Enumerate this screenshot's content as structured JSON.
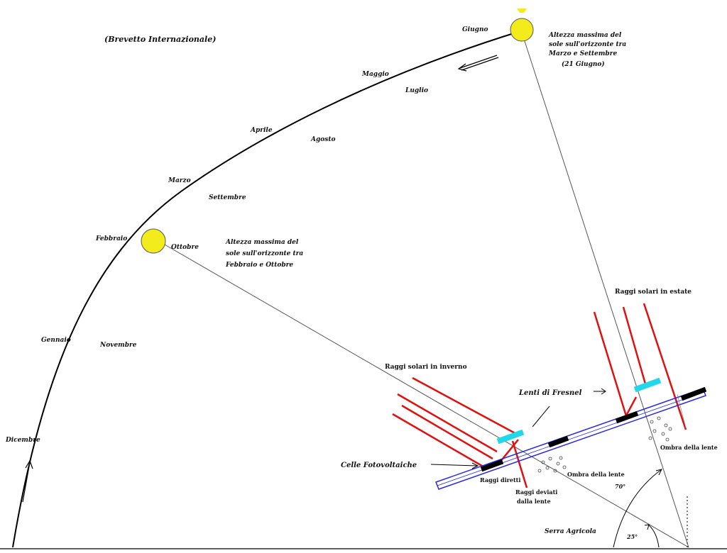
{
  "header_note": "(Brevetto Internazionale)",
  "months": {
    "giugno": "Giugno",
    "maggio": "Maggio",
    "luglio": "Luglio",
    "aprile": "Aprile",
    "agosto": "Agosto",
    "marzo": "Marzo",
    "settembre": "Settembre",
    "febbraio": "Febbraio",
    "ottobre": "Ottobre",
    "gennaio": "Gennaio",
    "novembre": "Novembre",
    "dicembre": "Dicembre"
  },
  "annotations": {
    "max_summer": [
      "Altezza massima del",
      "sole sull'orizzonte tra",
      "Marzo e Settembre",
      "(21 Giugno)"
    ],
    "max_winter": [
      "Altezza massima del",
      "sole sull'orizzonte tra",
      "Febbraio e Ottobre"
    ],
    "rays_summer": "Raggi solari in estate",
    "rays_winter": "Raggi solari in inverno",
    "fresnel": "Lenti di Fresnel",
    "cells": "Celle Fotovoltaiche",
    "shadow_left": "Ombra della lente",
    "shadow_right": "Ombra della lente",
    "direct_rays": "Raggi diretti",
    "deviated_rays": [
      "Raggi deviati",
      "dalla lente"
    ],
    "angle_70": "70°",
    "angle_25": "25°",
    "greenhouse": "Serra Agricola"
  },
  "colors": {
    "sun": "#f2ec1c",
    "rays": "#e01010",
    "fresnel": "#22d8e8",
    "panel": "#2a2ad8",
    "cell": "#000000"
  }
}
